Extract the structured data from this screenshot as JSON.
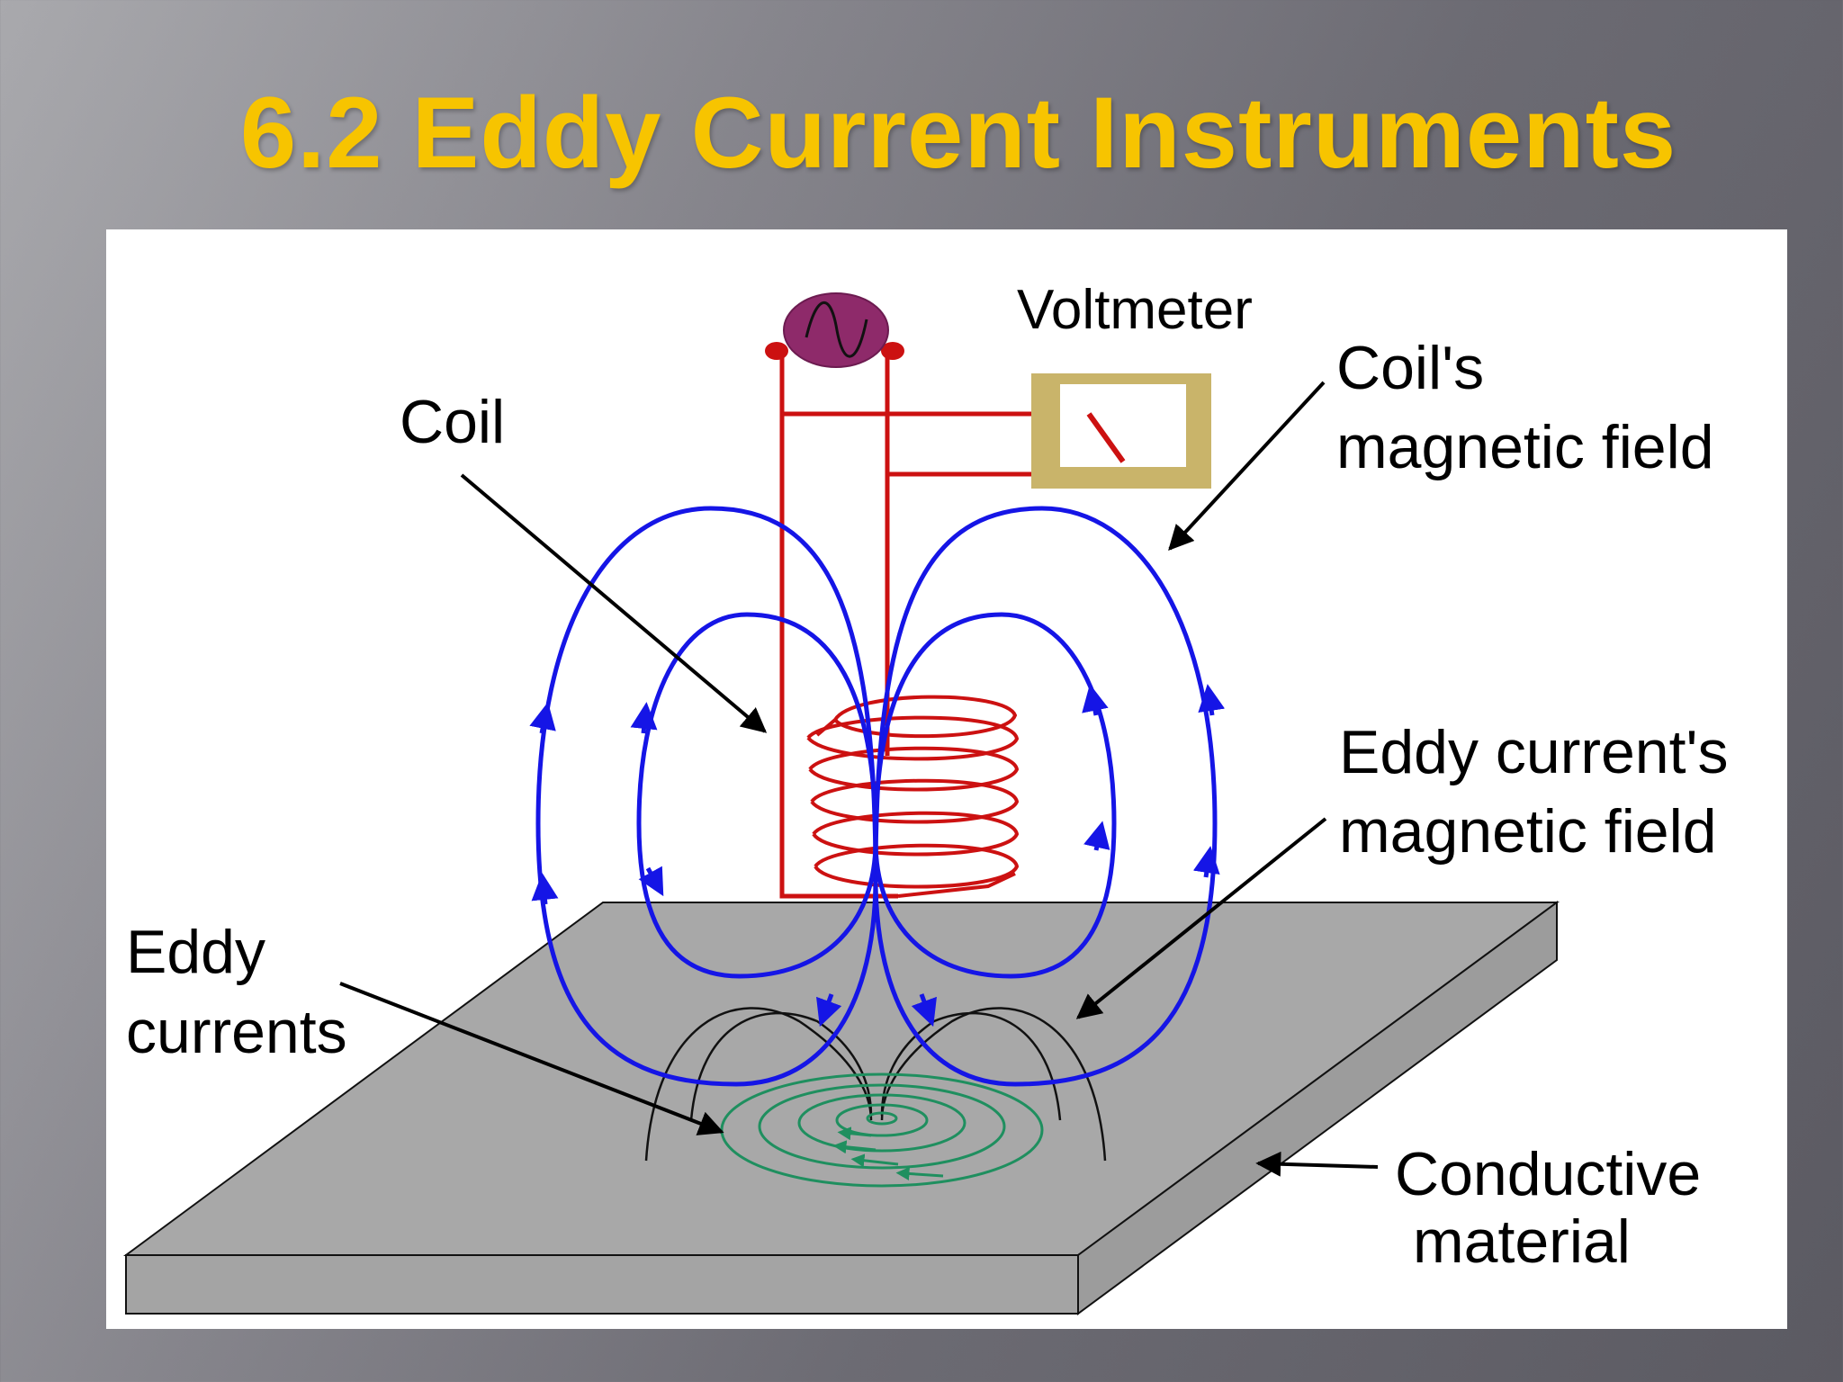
{
  "slide": {
    "title": "6.2 Eddy Current Instruments"
  },
  "diagram": {
    "labels": {
      "voltmeter": "Voltmeter",
      "coil": "Coil",
      "coils_field_line1": "Coil's",
      "coils_field_line2": "magnetic field",
      "eddy_field_line1": "Eddy current's",
      "eddy_field_line2": "magnetic field",
      "eddy_currents_line1": "Eddy",
      "eddy_currents_line2": "currents",
      "conductive_line1": "Conductive",
      "conductive_line2": "material"
    },
    "colors": {
      "title": "#f7c400",
      "field_lines": "#1515e6",
      "circuit": "#cc1111",
      "ac_source": "#8e2a6a",
      "voltmeter_frame": "#c9b46a",
      "eddy_currents": "#1f8f5f",
      "plate": "#a8a8a8"
    },
    "icons": {
      "ac_source": "sine-wave-icon"
    }
  }
}
